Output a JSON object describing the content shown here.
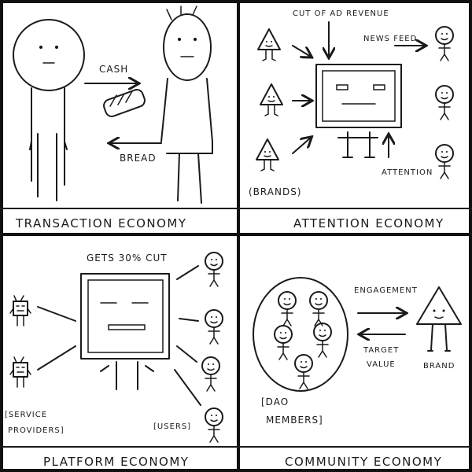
{
  "panels": {
    "transaction": {
      "title": "TRANSACTION ECONOMY",
      "cash": "CASH",
      "bread": "BREAD"
    },
    "attention": {
      "title": "ATTENTION ECONOMY",
      "ad_revenue": "CUT OF AD REVENUE",
      "news_feed": "NEWS FEED",
      "attention": "ATTENTION",
      "brands": "(BRANDS)"
    },
    "platform": {
      "title": "PLATFORM ECONOMY",
      "cut": "GETS 30% CUT",
      "service_providers_1": "[SERVICE",
      "service_providers_2": "PROVIDERS]",
      "users": "[USERS]"
    },
    "community": {
      "title": "COMMUNITY ECONOMY",
      "engagement": "ENGAGEMENT",
      "target_1": "TARGET",
      "target_2": "VALUE",
      "brand": "BRAND",
      "dao_1": "[DAO",
      "dao_2": "MEMBERS]"
    }
  }
}
